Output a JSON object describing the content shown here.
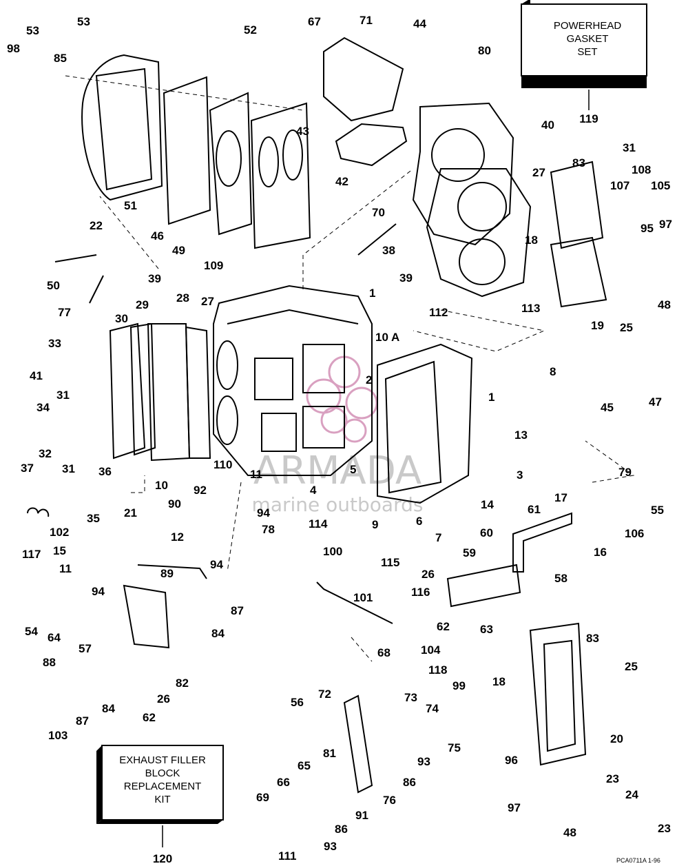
{
  "kit_boxes": {
    "powerhead": {
      "lines": [
        "POWERHEAD",
        "GASKET",
        "SET"
      ],
      "part": "119"
    },
    "exhaust": {
      "lines": [
        "EXHAUST FILLER",
        "BLOCK",
        "REPLACEMENT",
        "KIT"
      ],
      "part": "120"
    }
  },
  "watermark": {
    "brand": "ARMADA",
    "tagline": "marine outboards",
    "brand_color": "#d9a0c0"
  },
  "reference_code": "PCA0711A  1-96",
  "callouts": [
    "53",
    "53",
    "98",
    "85",
    "52",
    "67",
    "71",
    "44",
    "80",
    "40",
    "27",
    "31",
    "83",
    "108",
    "107",
    "105",
    "97",
    "95",
    "18",
    "48",
    "19",
    "25",
    "43",
    "42",
    "70",
    "38",
    "39",
    "51",
    "46",
    "49",
    "109",
    "22",
    "50",
    "77",
    "39",
    "1",
    "112",
    "113",
    "10 A",
    "2",
    "8",
    "1",
    "47",
    "45",
    "33",
    "41",
    "31",
    "34",
    "32",
    "31",
    "30",
    "29",
    "28",
    "27",
    "13",
    "79",
    "37",
    "36",
    "35",
    "10",
    "110",
    "11",
    "4",
    "5",
    "3",
    "14",
    "61",
    "17",
    "55",
    "106",
    "16",
    "90",
    "92",
    "21",
    "102",
    "15",
    "117",
    "11",
    "94",
    "12",
    "89",
    "94",
    "78",
    "114",
    "9",
    "6",
    "7",
    "115",
    "116",
    "60",
    "59",
    "58",
    "94",
    "100",
    "26",
    "62",
    "63",
    "101",
    "54",
    "64",
    "57",
    "87",
    "84",
    "88",
    "82",
    "84",
    "26",
    "87",
    "62",
    "103",
    "68",
    "104",
    "118",
    "99",
    "72",
    "73",
    "74",
    "56",
    "75",
    "93",
    "86",
    "81",
    "65",
    "66",
    "76",
    "69",
    "91",
    "86",
    "93",
    "111",
    "83",
    "25",
    "18",
    "20",
    "96",
    "23",
    "24",
    "97",
    "23",
    "48"
  ]
}
